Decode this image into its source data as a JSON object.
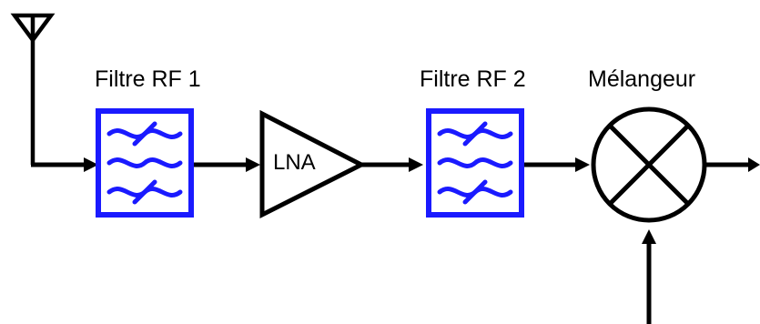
{
  "blocks": {
    "filter1": {
      "label": "Filtre RF 1"
    },
    "lna": {
      "label": "LNA"
    },
    "filter2": {
      "label": "Filtre RF 2"
    },
    "mixer": {
      "label": "Mélangeur"
    }
  },
  "colors": {
    "filter": "#1a1aff",
    "line": "#000000",
    "background": "#ffffff"
  },
  "icons": {
    "antenna": "antenna-icon",
    "filter": "bandpass-filter-icon",
    "amplifier": "amplifier-triangle-icon",
    "mixer": "mixer-cross-circle-icon"
  }
}
